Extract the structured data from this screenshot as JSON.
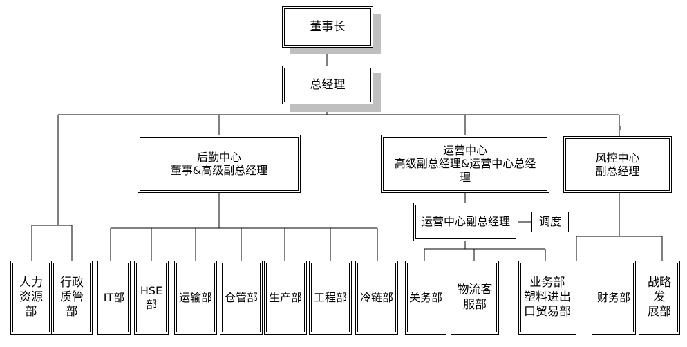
{
  "chairman": "董事长",
  "gm": "总经理",
  "logistics": {
    "line1": "后勤中心",
    "line2": "董事&高级副总经理"
  },
  "operations": {
    "line1": "运营中心",
    "line2": "高级副总经理&运营中心总经",
    "line3": "理"
  },
  "risk": {
    "line1": "风控中心",
    "line2": "副总经理"
  },
  "ops_deputy": "运营中心副总经理",
  "dispatch": "调度",
  "departments": {
    "hr": {
      "l1": "人力",
      "l2": "资源",
      "l3": "部"
    },
    "admin": {
      "l1": "行政",
      "l2": "质管",
      "l3": "部"
    },
    "it": "IT部",
    "hse": "HSE部",
    "transport": "运输部",
    "warehouse": "仓管部",
    "production": "生产部",
    "engineering": "工程部",
    "coldchain": "冷链部",
    "customs": "关务部",
    "logistics_cs": {
      "l1": "物流客",
      "l2": "服部"
    },
    "business": {
      "l1": "业务部",
      "l2": "塑料进出",
      "l3": "口贸易部"
    },
    "finance": "财务部",
    "strategy": {
      "l1": "战略发",
      "l2": "展部"
    }
  }
}
